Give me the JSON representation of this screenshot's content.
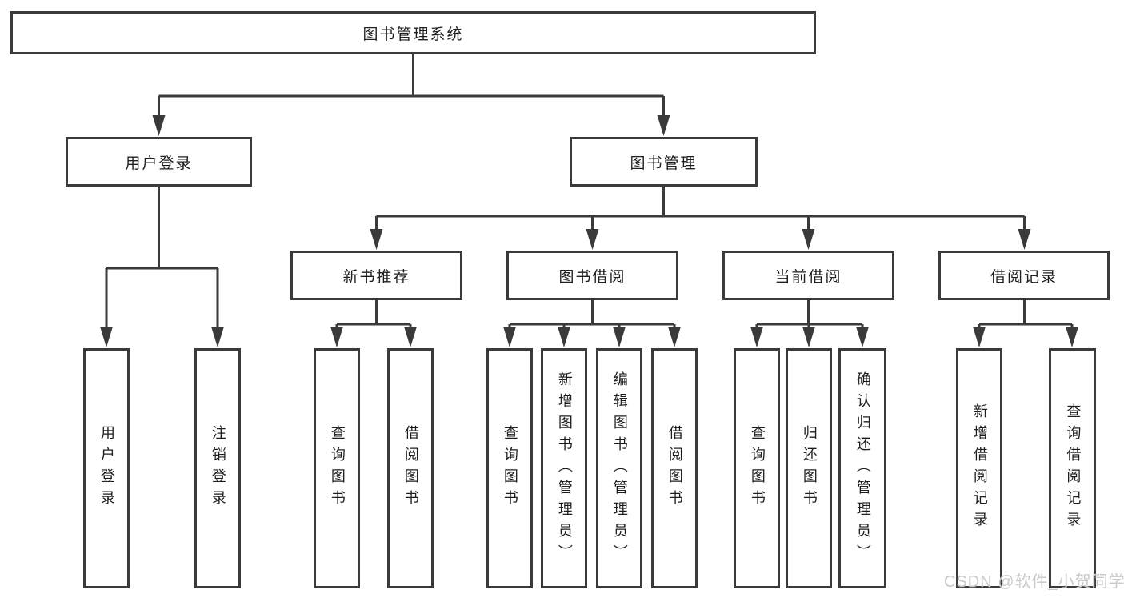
{
  "diagram": {
    "type": "tree",
    "title": "图书管理系统",
    "colors": {
      "background": "#ffffff",
      "line": "#3a3a3a",
      "box_border": "#3a3a3a",
      "text": "#1e1e1e",
      "watermark": "#c9c9c9"
    },
    "watermark": {
      "text": "CSDN @软件_小贺同学"
    },
    "nodes": {
      "root": "图书管理系统",
      "user_login": "用户登录",
      "book_management": "图书管理",
      "new_book_recommend": "新书推荐",
      "book_borrowing": "图书借阅",
      "current_borrowing": "当前借阅",
      "borrowing_records": "借阅记录",
      "user_login_leaf": "用户登录",
      "logout_leaf": "注销登录",
      "recommend_query_books": "查询图书",
      "recommend_borrow_books": "借阅图书",
      "borrowing_query_books": "查询图书",
      "borrowing_add_books": "新增图书（管理员）",
      "borrowing_edit_books": "编辑图书（管理员）",
      "borrowing_borrow_books": "借阅图书",
      "current_query_books": "查询图书",
      "current_return_books": "归还图书",
      "current_confirm_return": "确认归还（管理员）",
      "records_add_record": "新增借阅记录",
      "records_query_record": "查询借阅记录"
    },
    "edges": [
      [
        "root",
        "user_login"
      ],
      [
        "root",
        "book_management"
      ],
      [
        "user_login",
        "user_login_leaf"
      ],
      [
        "user_login",
        "logout_leaf"
      ],
      [
        "book_management",
        "new_book_recommend"
      ],
      [
        "book_management",
        "book_borrowing"
      ],
      [
        "book_management",
        "current_borrowing"
      ],
      [
        "book_management",
        "borrowing_records"
      ],
      [
        "new_book_recommend",
        "recommend_query_books"
      ],
      [
        "new_book_recommend",
        "recommend_borrow_books"
      ],
      [
        "book_borrowing",
        "borrowing_query_books"
      ],
      [
        "book_borrowing",
        "borrowing_add_books"
      ],
      [
        "book_borrowing",
        "borrowing_edit_books"
      ],
      [
        "book_borrowing",
        "borrowing_borrow_books"
      ],
      [
        "current_borrowing",
        "current_query_books"
      ],
      [
        "current_borrowing",
        "current_return_books"
      ],
      [
        "current_borrowing",
        "current_confirm_return"
      ],
      [
        "borrowing_records",
        "records_add_record"
      ],
      [
        "borrowing_records",
        "records_query_record"
      ]
    ]
  }
}
